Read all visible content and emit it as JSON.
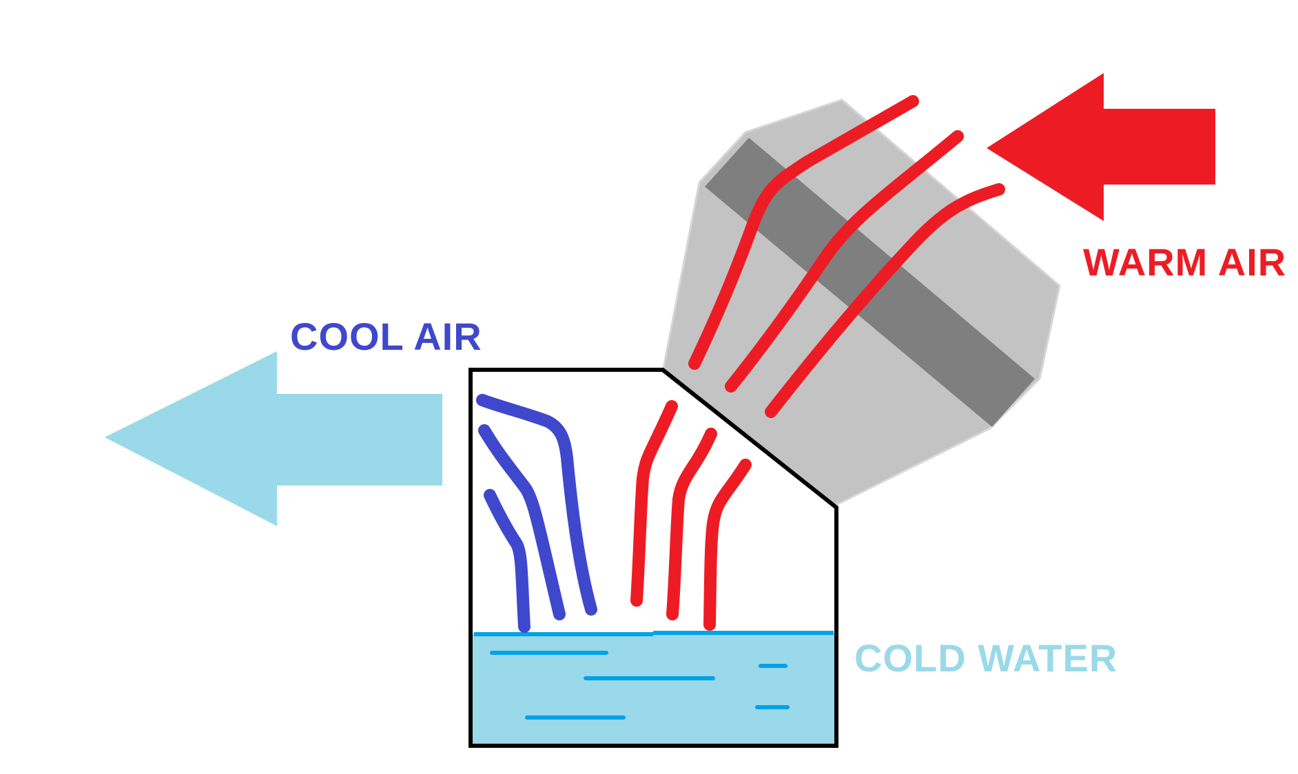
{
  "labels": {
    "warm_air": "WARM AIR",
    "cool_air": "COOL AIR",
    "cold_water": "COLD WATER"
  },
  "colors": {
    "warm": "#ed1c24",
    "cool": "#3f48cc",
    "water_fill": "#99d9ea",
    "water_lines": "#00a2e8",
    "fan_body": "#c3c3c3",
    "fan_band": "#7f7f7f",
    "outline": "#000000"
  }
}
